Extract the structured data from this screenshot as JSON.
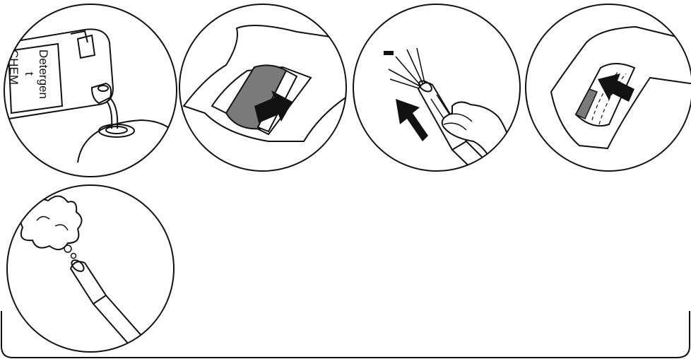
{
  "instruction_steps": [
    {
      "id": "pour-detergent",
      "icon": "pour-detergent-icon"
    },
    {
      "id": "remove-filter",
      "icon": "remove-filter-icon"
    },
    {
      "id": "clean-brush",
      "icon": "clean-brush-icon"
    },
    {
      "id": "insert-filter",
      "icon": "insert-filter-icon"
    },
    {
      "id": "spray-nozzle",
      "icon": "spray-nozzle-icon"
    }
  ],
  "bottle_label": {
    "line1": "Detergen",
    "line2": "t",
    "line3": "CHEM"
  },
  "minus_sign": "-",
  "colors": {
    "outline": "#111111",
    "filter_fill": "#7a7a7a",
    "arrow_fill": "#111111",
    "background": "#ffffff"
  }
}
